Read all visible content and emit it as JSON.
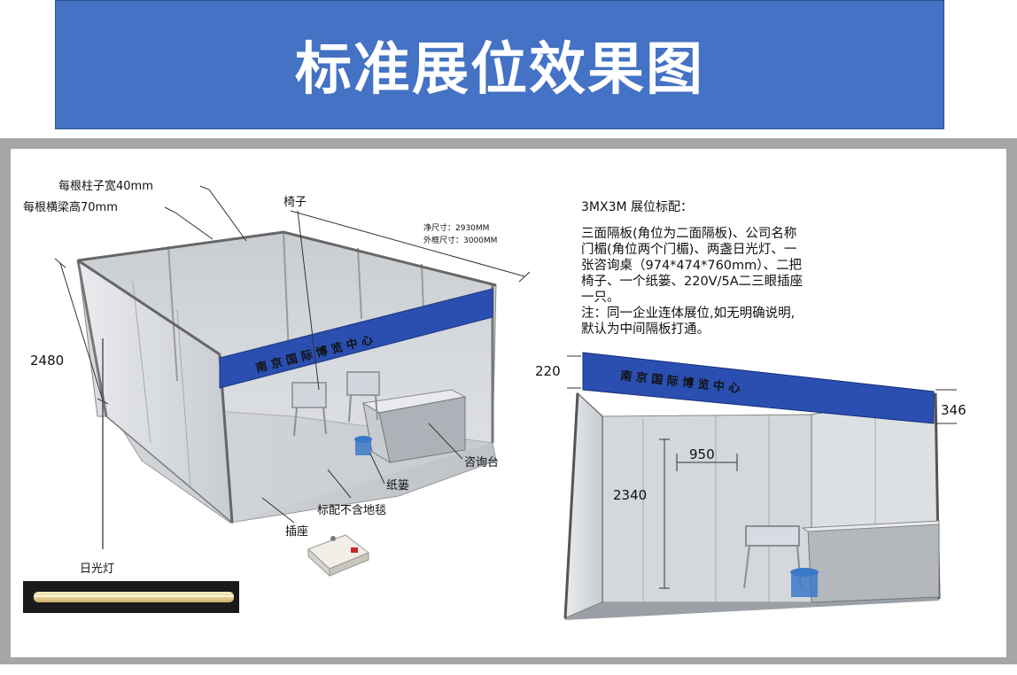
{
  "title": "标准展位效果图",
  "left": {
    "column_width": "每根柱子宽40mm",
    "beam_height": "每根横梁高70mm",
    "chair": "椅子",
    "net_size": "净尺寸：2930MM",
    "outer_size": "外框尺寸：3000MM",
    "height": "2480",
    "fascia": "南 京 国 际 博 览 中 心",
    "desk": "咨询台",
    "basket": "纸篓",
    "carpet": "标配不含地毯",
    "socket": "插座",
    "light": "日光灯"
  },
  "spec": {
    "heading": "3MX3M 展位标配：",
    "lines": [
      "三面隔板(角位为二面隔板)、公司名称",
      "门楣(角位两个门楣)、两盏日光灯、一",
      "张咨询桌（974*474*760mm）、二把",
      "椅子、一个纸篓、220V/5A二三眼插座",
      "一只。",
      "注：同一企业连体展位,如无明确说明,",
      "默认为中间隔板打通。"
    ]
  },
  "right": {
    "fascia": "南 京 国 际 博 览 中 心",
    "dim_220": "220",
    "dim_346": "346",
    "dim_950": "950",
    "dim_2340": "2340"
  },
  "colors": {
    "banner": "#4472c4",
    "fascia": "#2a4fb0",
    "frame": "#a6a6a6"
  }
}
